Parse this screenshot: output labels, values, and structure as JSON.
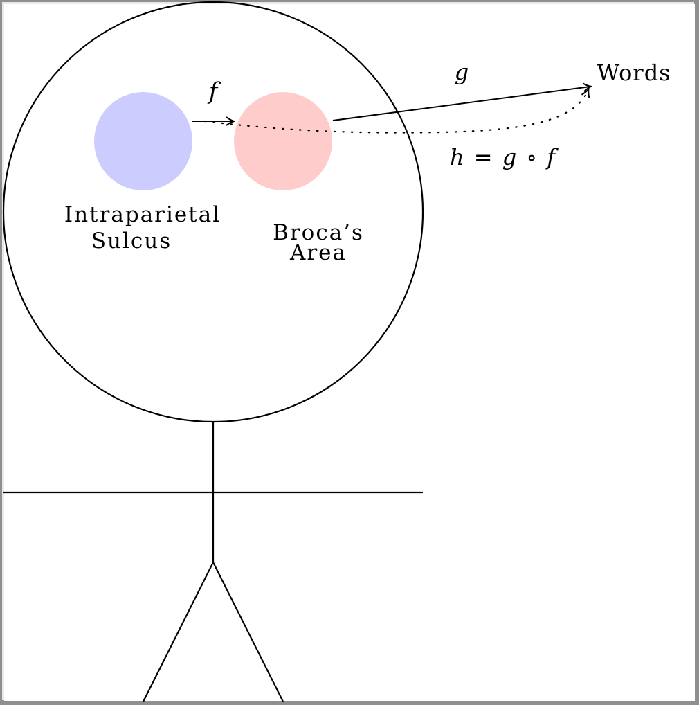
{
  "labels": {
    "left_region_line1": "Intraparietal",
    "left_region_line2": "Sulcus",
    "right_region_line1": "Broca’s",
    "right_region_line2": "Area",
    "target": "Words",
    "arrow_f": "f",
    "arrow_g": "g",
    "composition": "h = g ∘ f"
  },
  "colors": {
    "left_region": "#ccccff",
    "right_region": "#ffcccc",
    "stroke": "#000000"
  }
}
